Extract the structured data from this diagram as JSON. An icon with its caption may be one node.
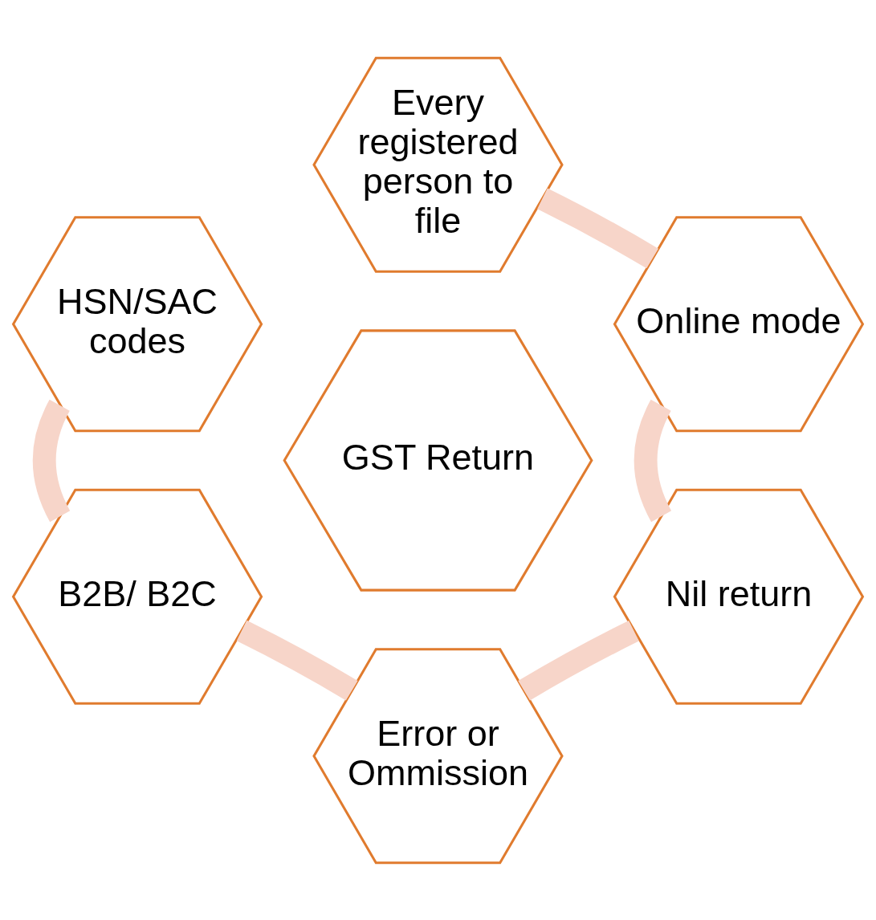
{
  "diagram": {
    "nodes": [
      {
        "text": [
          "Every registered person to file"
        ]
      },
      {
        "text": [
          "HSN/SAC codes"
        ]
      },
      {
        "text": [
          "Online mode"
        ]
      },
      {
        "text": [
          "GST Return"
        ]
      },
      {
        "text": [
          "B2B/ B2C"
        ]
      },
      {
        "text": [
          "Nil return"
        ]
      },
      {
        "text": [
          "Error or Ommission"
        ]
      }
    ],
    "edges": [
      {
        "from": 0,
        "to": 2,
        "arrow": "none"
      },
      {
        "from": 2,
        "to": 5,
        "arrow": "none"
      },
      {
        "from": 5,
        "to": 6,
        "arrow": "none"
      },
      {
        "from": 6,
        "to": 4,
        "arrow": "none"
      },
      {
        "from": 4,
        "to": 1,
        "arrow": "none"
      }
    ]
  }
}
